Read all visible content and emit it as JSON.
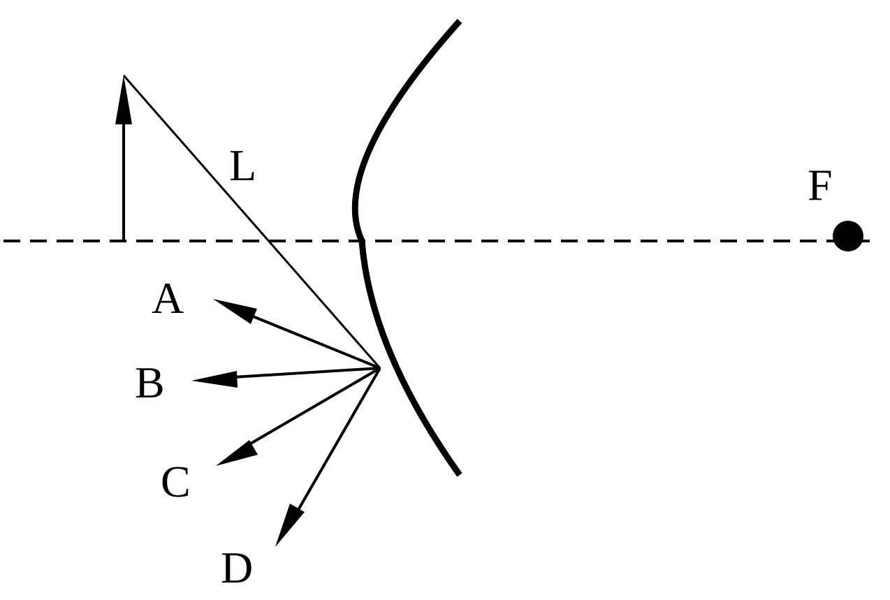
{
  "labels": {
    "incident_ray": "L",
    "focal_point": "F",
    "option_a": "A",
    "option_b": "B",
    "option_c": "C",
    "option_d": "D"
  },
  "colors": {
    "ink": "#000000",
    "background": "#ffffff"
  }
}
